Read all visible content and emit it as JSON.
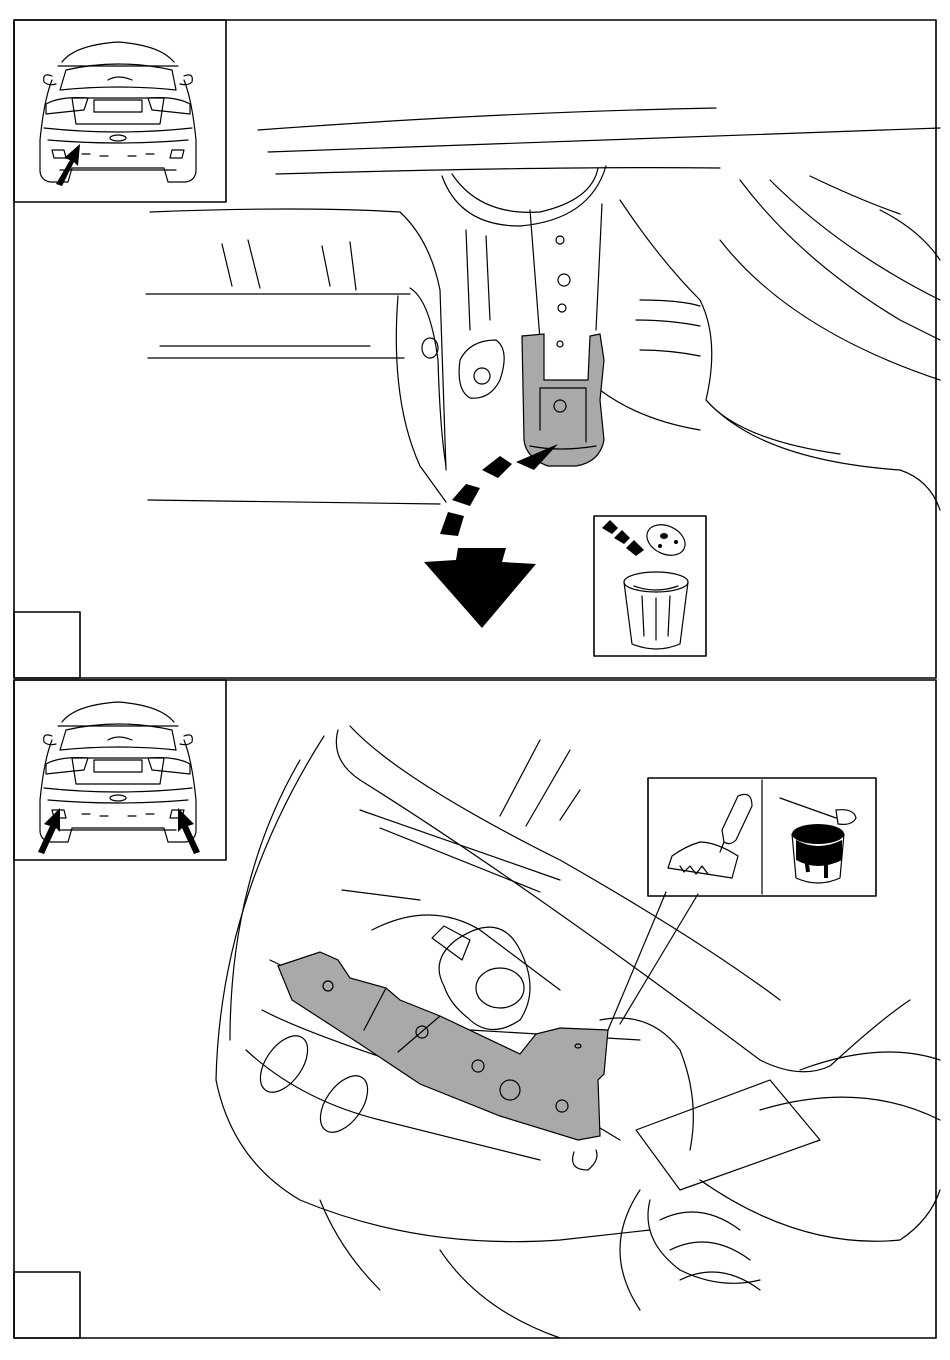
{
  "panels": [
    {
      "id": "panel-1",
      "step_label": "",
      "thumbnail": {
        "view": "rear-view-car",
        "arrow_count": 1
      },
      "instruction_icons": [
        "dispose-bin-icon"
      ],
      "shaded_part": "bracket-to-remove"
    },
    {
      "id": "panel-2",
      "step_label": "",
      "thumbnail": {
        "view": "rear-view-car",
        "arrow_count": 2
      },
      "instruction_icons": [
        "scraper-icon",
        "paint-can-icon"
      ],
      "shaded_part": "mounting-plate"
    }
  ],
  "colors": {
    "line": "#000000",
    "shade": "#a9a9a9",
    "background": "#ffffff"
  }
}
